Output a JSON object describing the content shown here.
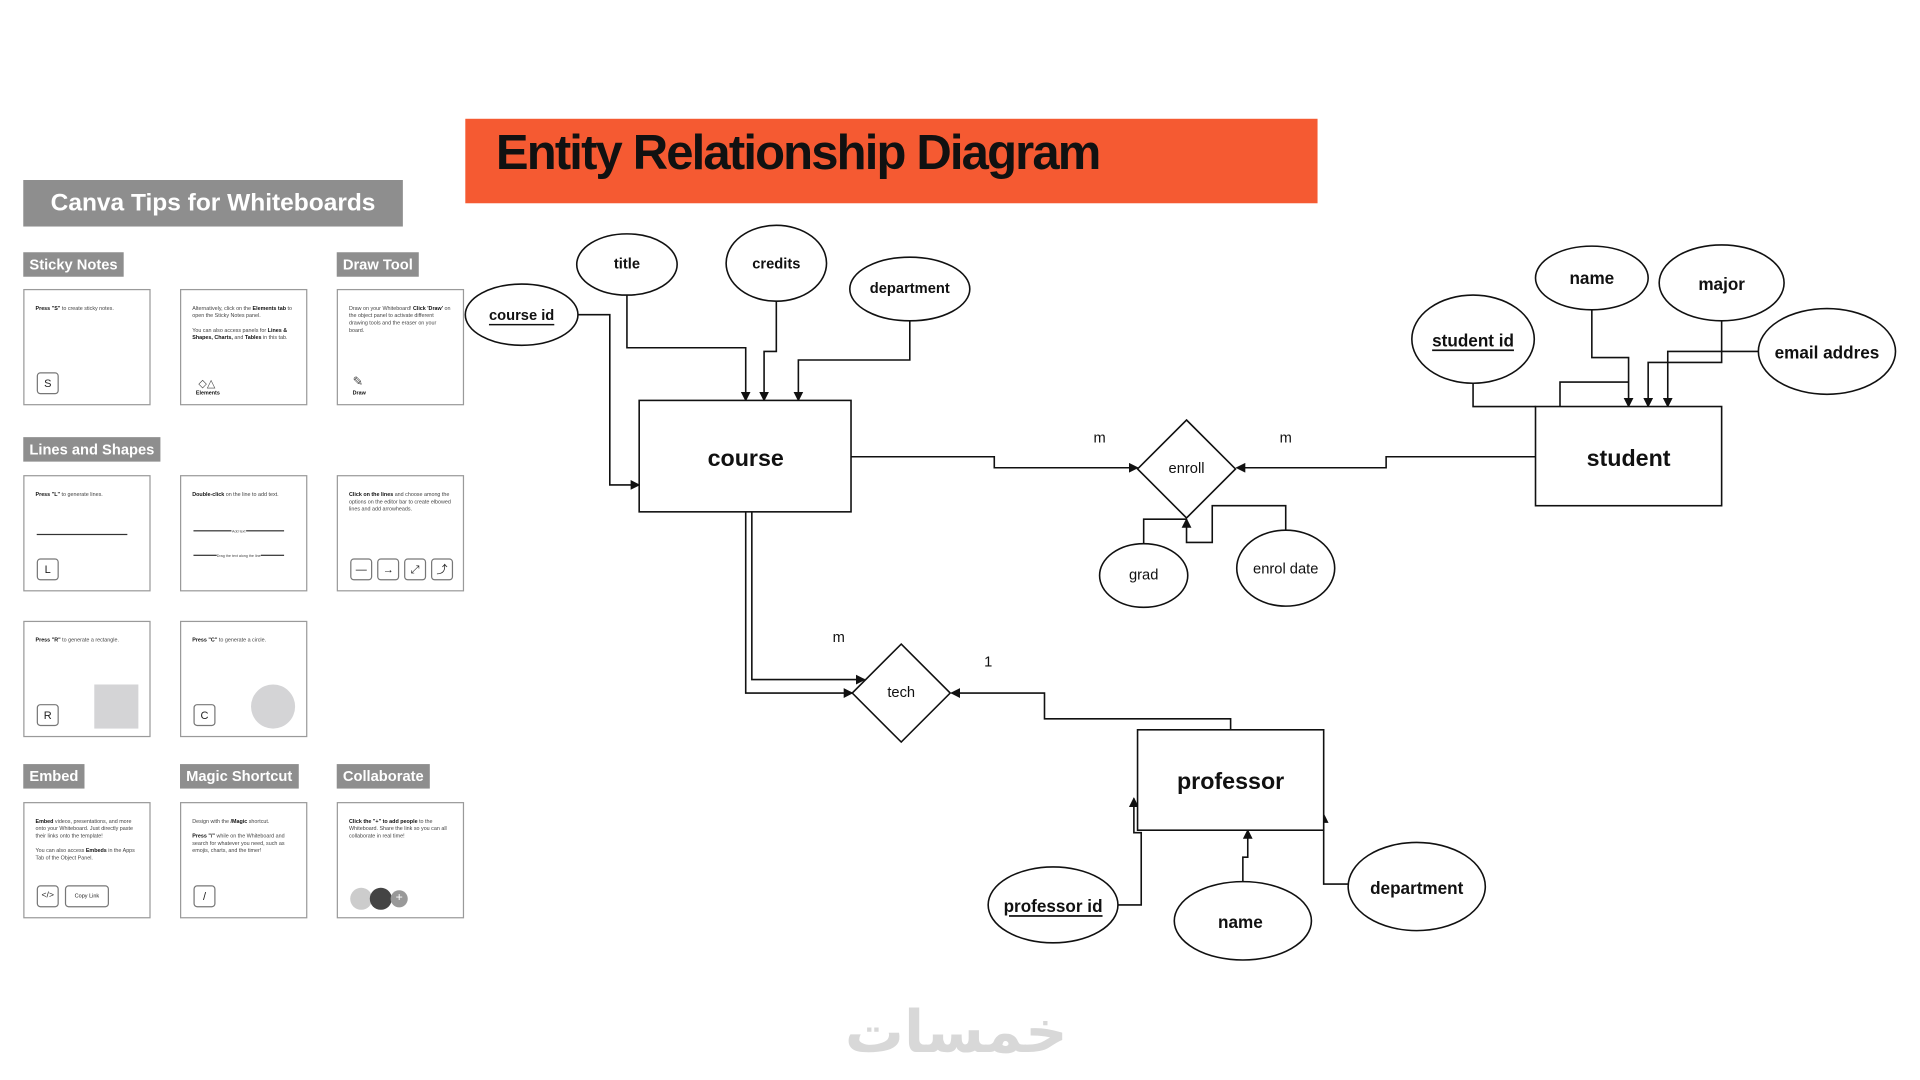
{
  "title": "Entity Relationship Diagram",
  "colors": {
    "banner": "#f55a32",
    "tips_header": "#8e8e8e"
  },
  "tips": {
    "header": "Canva Tips for Whiteboards",
    "sections": {
      "sticky": "Sticky Notes",
      "draw": "Draw Tool",
      "lines": "Lines and Shapes",
      "embed": "Embed",
      "magic": "Magic Shortcut",
      "collab": "Collaborate"
    },
    "cards": {
      "sticky1": {
        "bold": "Press \"S\"",
        "text": " to create sticky notes.",
        "key": "S"
      },
      "sticky2": {
        "t1": "Alternatively, click on the ",
        "b1": "Elements tab",
        "t2": " to open the Sticky Notes panel.",
        "t3": "You can also access panels for ",
        "b2": "Lines & Shapes, Charts,",
        "t4": " and ",
        "b3": "Tables",
        "t5": " in this tab.",
        "icon_label": "Elements"
      },
      "draw": {
        "t1": "Draw on your Whiteboard! ",
        "b1": "Click 'Draw'",
        "t2": " on the object panel to activate different drawing tools and the eraser on your board.",
        "icon_label": "Draw"
      },
      "line1": {
        "bold": "Press \"L\"",
        "text": " to generate lines.",
        "key": "L"
      },
      "line2": {
        "bold": "Double-click",
        "text": " on the line to add text.",
        "l1": "Add text",
        "l2": "Drag the text along the line"
      },
      "line3": {
        "bold": "Click on the lines",
        "text": " and choose among the options on the editor bar to create elbowed lines and add arrowheads."
      },
      "rect": {
        "bold": "Press \"R\"",
        "text": " to generate a rectangle.",
        "key": "R"
      },
      "circle": {
        "bold": "Press \"C\"",
        "text": " to generate a circle.",
        "key": "C"
      },
      "embed": {
        "b1": "Embed",
        "t1": " videos, presentations, and more onto your Whiteboard. Just directly paste their links onto the template!",
        "t2": "You can also access ",
        "b2": "Embeds",
        "t3": " in the Apps Tab of the Object Panel.",
        "key": "</>",
        "copy": "Copy Link"
      },
      "magic": {
        "t1": "Design with the ",
        "b1": "/Magic",
        "t2": " shortcut.",
        "b2": "Press \"/\"",
        "t3": " while on the Whiteboard and search for whatever you need, such as emojis, charts, and the timer!",
        "key": "/"
      },
      "collab": {
        "b1": "Click the \"+\" to add people",
        "t1": " to the Whiteboard. Share the link so you can all collaborate in real time!",
        "plus": "+"
      }
    }
  },
  "entities": {
    "course": "course",
    "student": "student",
    "professor": "professor"
  },
  "relationships": {
    "enroll": "enroll",
    "tech": "tech"
  },
  "attributes": {
    "course_id": "course id",
    "title": "title",
    "credits": "credits",
    "department": "department",
    "student_id": "student id",
    "student_name": "name",
    "major": "major",
    "email": "email addres",
    "grad": "grad",
    "enrol_date": "enrol date",
    "professor_id": "professor id",
    "professor_name": "name",
    "professor_department": "department"
  },
  "cardinality": {
    "course_enroll": "m",
    "student_enroll": "m",
    "course_tech": "m",
    "professor_tech": "1"
  },
  "watermark": "خمسات"
}
